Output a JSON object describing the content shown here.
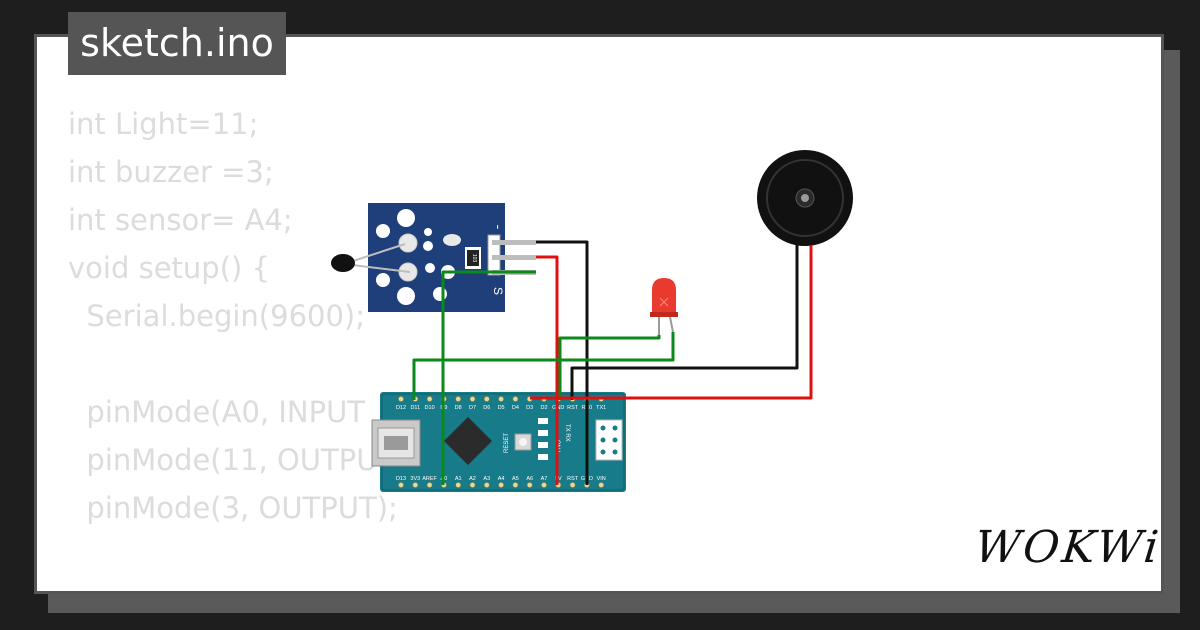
{
  "file_tab": {
    "label": "sketch.ino"
  },
  "code_lines": [
    "int Light=11;",
    "int buzzer =3;",
    "int sensor= A4;",
    "void setup() {",
    "  Serial.begin(9600);",
    "",
    "  pinMode(A0, INPUT",
    "  pinMode(11, OUTPU",
    "  pinMode(3, OUTPUT);"
  ],
  "sensor_module": {
    "pin_labels": [
      "-",
      "",
      "S"
    ],
    "resistor_label": "103"
  },
  "arduino_nano": {
    "top_pins": [
      "D12",
      "D11",
      "D10",
      "D9",
      "D8",
      "D7",
      "D6",
      "D5",
      "D4",
      "D3",
      "D2",
      "GND",
      "RST",
      "RX0",
      "TX1"
    ],
    "bottom_pins": [
      "D13",
      "3V3",
      "AREF",
      "A0",
      "A1",
      "A2",
      "A3",
      "A4",
      "A5",
      "A6",
      "A7",
      "5V",
      "RST",
      "GND",
      "VIN"
    ],
    "reset_label": "RESET",
    "txrx_label": "TX RX",
    "l_label": "ON L"
  },
  "brand": {
    "logo_text": "WOKWi"
  },
  "colors": {
    "board": "#187b8a",
    "sensor_board": "#1f3f7a",
    "wire_red": "#e01010",
    "wire_black": "#111111",
    "wire_green": "#0a8a1a",
    "led_red": "#e83a2e"
  }
}
